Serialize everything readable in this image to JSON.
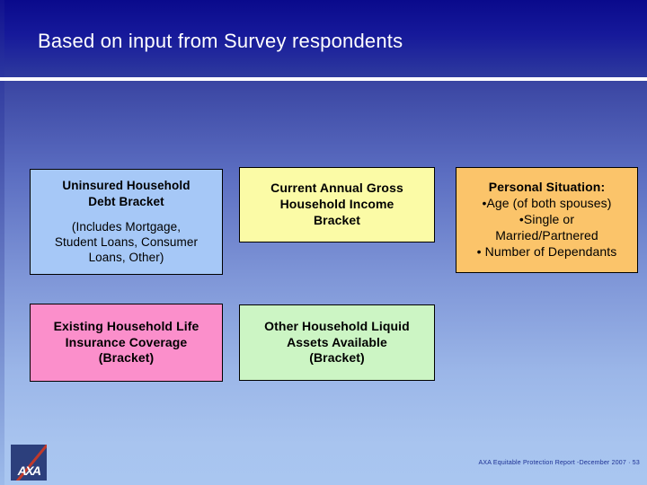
{
  "slide": {
    "title": "Based on input from Survey respondents",
    "colors": {
      "header_dark_blue": "#0a0a8c",
      "header_mid_blue": "#2e3a9e",
      "body_top_blue": "#3a45a2",
      "body_bottom_blue": "#a9c6f0",
      "rule_white": "#ffffff",
      "box_blue": "#a6c8f7",
      "box_yellow": "#fbfba6",
      "box_orange": "#fbc46a",
      "box_pink": "#fb8fcb",
      "box_green": "#ccf5c4",
      "box_border": "#000000",
      "footer_text": "#1b2f93",
      "logo_navy": "#2c3f7c",
      "logo_red": "#c0392b"
    }
  },
  "boxes": {
    "debt": {
      "heading_line1": "Uninsured Household",
      "heading_line2": "Debt Bracket",
      "body_line1": "(Includes Mortgage,",
      "body_line2": "Student Loans, Consumer",
      "body_line3": "Loans, Other)"
    },
    "income": {
      "line1": "Current Annual Gross",
      "line2": "Household Income",
      "line3": "Bracket"
    },
    "personal": {
      "heading": "Personal Situation:",
      "line1": "•Age (of both spouses)",
      "line2": "•Single or",
      "line3": "Married/Partnered",
      "line4": "• Number of Dependants"
    },
    "life": {
      "line1": "Existing Household Life",
      "line2": "Insurance Coverage",
      "line3": "(Bracket)"
    },
    "assets": {
      "line1": "Other Household Liquid",
      "line2": "Assets Available",
      "line3": "(Bracket)"
    }
  },
  "logo": {
    "wordmark": "AXA",
    "icon": "axa-logo"
  },
  "footer": {
    "text": "AXA Equitable Protection Report -December  2007 · 53"
  }
}
